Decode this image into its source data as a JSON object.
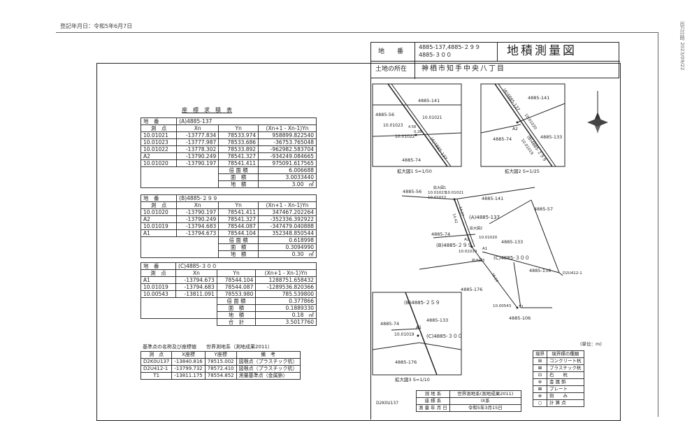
{
  "header": {
    "registration_date": "登記年月日：令和5年6月7日",
    "side_stamp": "出力日時 2023/09/22"
  },
  "title_block": {
    "lot_label": "地　　番",
    "lot_value_line1": "4885-137,4885-２９９",
    "lot_value_line2": "4885-３００",
    "title": "地積測量図",
    "location_label": "土地の所在",
    "location_value": "神栖市知手中央八丁目"
  },
  "area_calc": {
    "heading": "座　標　求　積　表",
    "lot_label": "地　番",
    "point_label": "測　点",
    "col_xn": "Xn",
    "col_yn": "Yn",
    "col_formula": "(Xn+1 - Xn-1)Yn",
    "double_area_label": "倍 面 積",
    "area_label": "面　積",
    "land_area_label": "地　積",
    "unit": "㎡",
    "tables": [
      {
        "lot": "(A)4885-137",
        "rows": [
          [
            "10.01021",
            "-13777.834",
            "78533.974",
            "958899.822540"
          ],
          [
            "10.01023",
            "-13777.987",
            "78533.686",
            "-36753.765048"
          ],
          [
            "10.01022",
            "-13778.302",
            "78533.892",
            "-962982.583704"
          ],
          [
            "A2",
            "-13790.249",
            "78541.327",
            "-934249.084665"
          ],
          [
            "10.01020",
            "-13790.197",
            "78541.411",
            "975091.617565"
          ]
        ],
        "double_area": "6.006688",
        "area": "3.0033440",
        "land_area": "3.00"
      },
      {
        "lot": "(B)4885-２９９",
        "rows": [
          [
            "10.01020",
            "-13790.197",
            "78541.411",
            "347467.202264"
          ],
          [
            "A2",
            "-13790.249",
            "78541.327",
            "-352336.392922"
          ],
          [
            "10.01019",
            "-13794.683",
            "78544.087",
            "-347479.040888"
          ],
          [
            "A1",
            "-13794.673",
            "78544.104",
            "352348.850544"
          ]
        ],
        "double_area": "0.618998",
        "area": "0.3094990",
        "land_area": "0.30"
      },
      {
        "lot": "(C)4885-３００",
        "rows": [
          [
            "A1",
            "-13794.673",
            "78544.104",
            "1288751.658432"
          ],
          [
            "10.01019",
            "-13794.683",
            "78544.087",
            "-1289536.820366"
          ],
          [
            "10.00543",
            "-13811.091",
            "78553.980",
            "785.539800"
          ]
        ],
        "double_area": "0.377866",
        "area": "0.1889330",
        "land_area": "0.18"
      }
    ],
    "total_label": "合　計",
    "total_value": "3.5017760"
  },
  "ref_points": {
    "heading": "基準点の名称及び座標値　　世界測地系（測地成果2011）",
    "headers": [
      "測　点",
      "X座標",
      "Y座標",
      "備　考"
    ],
    "rows": [
      [
        "D2K0U137",
        "-13840.816",
        "78515.002",
        "図根点（プラスチック杭）"
      ],
      [
        "D2U412-1",
        "-13799.732",
        "78572.410",
        "図根点（プラスチック杭）"
      ],
      [
        "T1",
        "-13811.175",
        "78554.852",
        "測量基準点（金属鋲）"
      ]
    ]
  },
  "diagrams": {
    "detail1": {
      "caption": "拡大図1 S=1/50",
      "labels": [
        "4885-141",
        "4885-56",
        "10.01021",
        "10.01023",
        "10.01022",
        "(A)4885-137",
        "4885-74",
        "4.58",
        "0.28"
      ]
    },
    "detail2": {
      "caption": "拡大図2 S=1/25",
      "labels": [
        "(A)4885-137",
        "4885-141",
        "A2",
        "10.01020",
        "(B)4885-２９９",
        "4885-133",
        "4885-74",
        "10.01019"
      ]
    },
    "detail3": {
      "caption": "拡大図3 S=1/10",
      "labels": [
        "(B)4885-２５９",
        "4885-74",
        "4885-133",
        "A1",
        "10.01019",
        "(C)4885-３００",
        "4885-176"
      ]
    },
    "main": {
      "labels": [
        "4885-56",
        "拡大図1",
        "10.01023",
        "10.01021",
        "10.01022",
        "4885-141",
        "4885-57",
        "(A)4885-137",
        "拡大図2",
        "A2",
        "10.01020",
        "4885-74",
        "(B)4885-２９９",
        "4885-133",
        "10.01019",
        "A1",
        "拡大図3",
        "(C)4885-３００",
        "4885-139",
        "D2U412-1",
        "4885-176",
        "10.00543",
        "T1",
        "4885-106",
        "14.27",
        "14.42",
        "16.59"
      ]
    }
  },
  "legend": {
    "unit_note": "(単位：m)",
    "col1": "境界",
    "col2": "境界標の種類",
    "items": [
      "コンクリート杭",
      "プラスチック杭",
      "石　　杭",
      "金 属 鋲",
      "プレート",
      "刻　　み",
      "計 算 点"
    ]
  },
  "survey_info": {
    "station": "D2K0U137",
    "rows": [
      [
        "測 地 系",
        "世界測地系(測地成果2011)"
      ],
      [
        "座 標 系",
        "IX系"
      ],
      [
        "測 量 年 月 日",
        "令和5年3月15日"
      ]
    ]
  }
}
